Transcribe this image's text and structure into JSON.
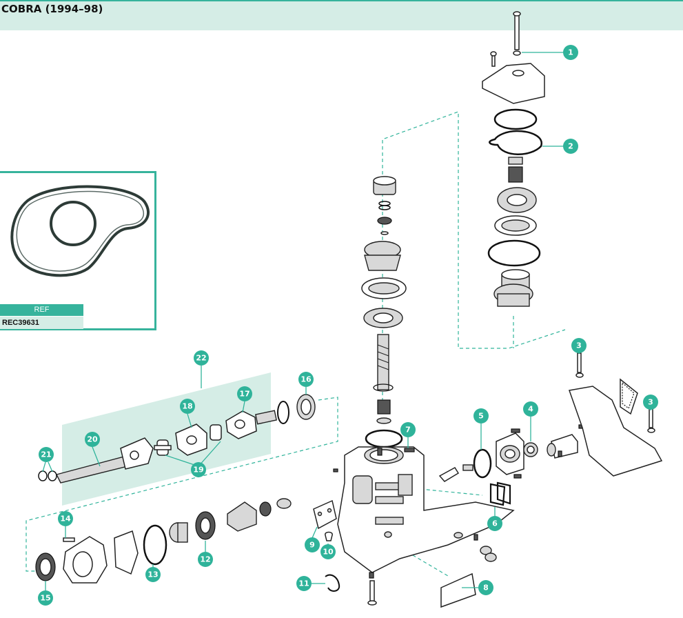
{
  "header": {
    "title": "COBRA (1994–98)"
  },
  "inset": {
    "ref_header": "REF",
    "ref_value": "REC39631"
  },
  "callouts": [
    "1",
    "2",
    "3",
    "3",
    "4",
    "5",
    "6",
    "7",
    "8",
    "9",
    "10",
    "11",
    "12",
    "13",
    "14",
    "15",
    "16",
    "17",
    "18",
    "19",
    "20",
    "21",
    "22"
  ],
  "colors": {
    "accent": "#2fb39a",
    "header_bg": "#d5ede6",
    "group_bg": "#d5ede6"
  }
}
